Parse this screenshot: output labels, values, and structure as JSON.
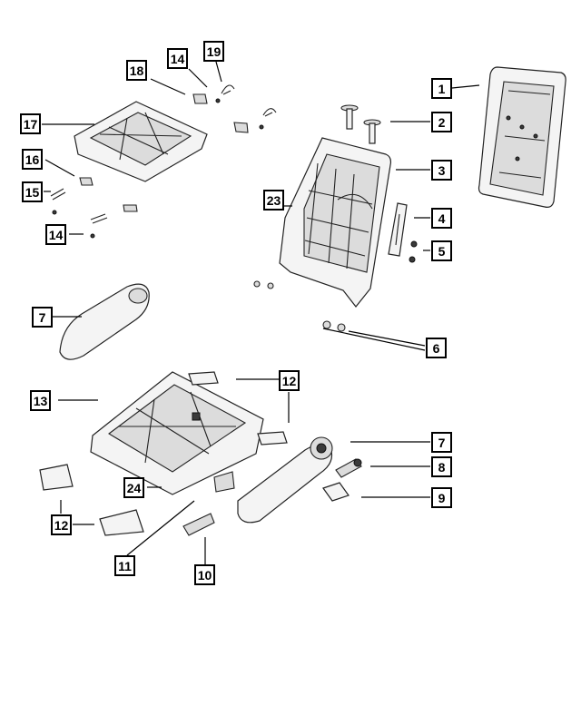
{
  "callouts": {
    "c1": "1",
    "c2": "2",
    "c3": "3",
    "c4": "4",
    "c5": "5",
    "c6": "6",
    "c7a": "7",
    "c7b": "7",
    "c8": "8",
    "c9": "9",
    "c10": "10",
    "c11": "11",
    "c12a": "12",
    "c12b": "12",
    "c13": "13",
    "c14a": "14",
    "c14b": "14",
    "c15": "15",
    "c16": "16",
    "c17": "17",
    "c18": "18",
    "c19": "19",
    "c23": "23",
    "c24": "24"
  },
  "colors": {
    "line": "#000000",
    "fill": "#f4f4f4",
    "shade": "#dcdcdc",
    "dark": "#3a3a3a"
  }
}
